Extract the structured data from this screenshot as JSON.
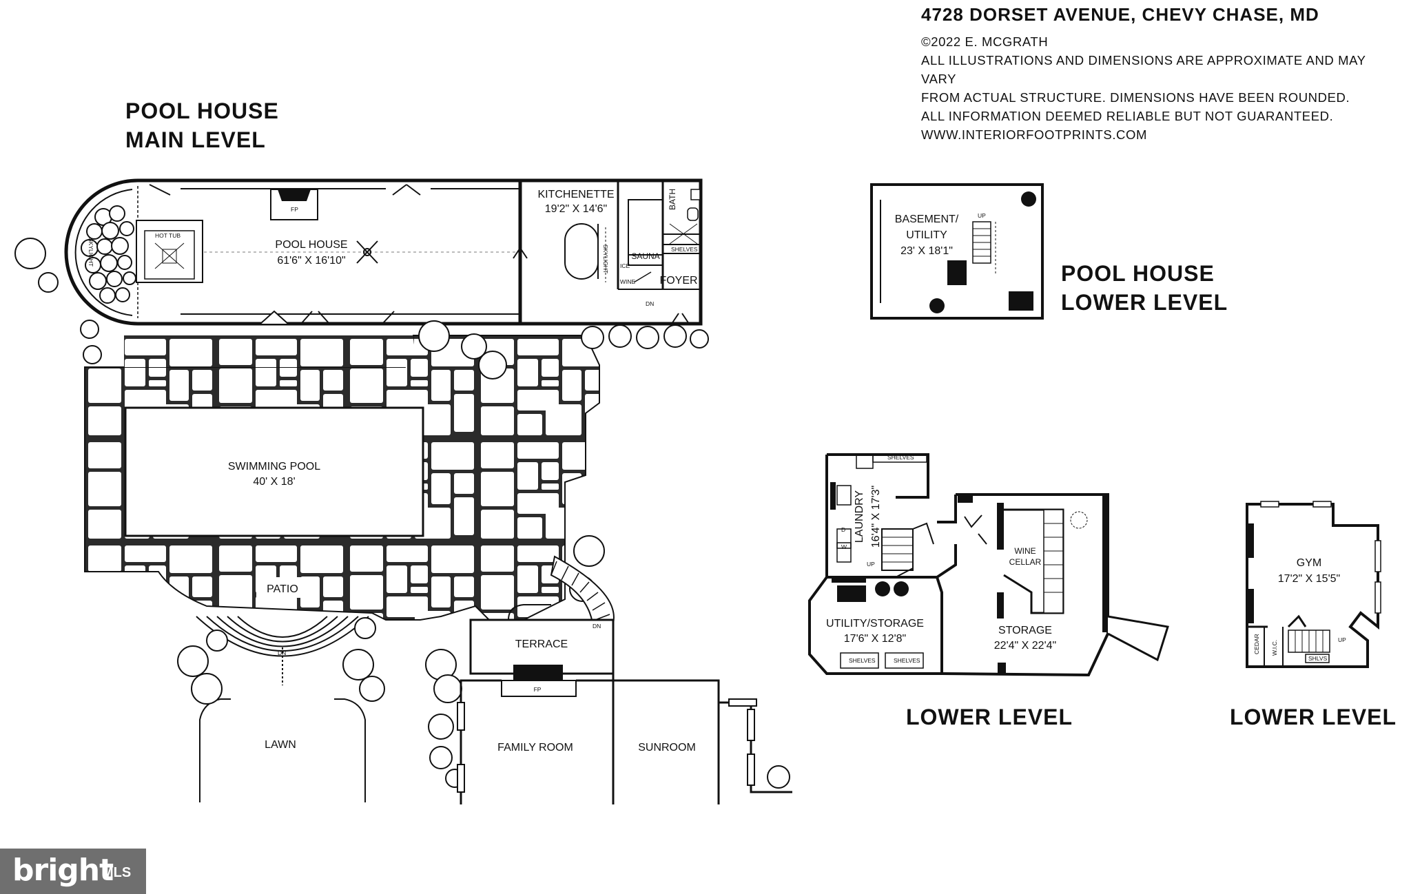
{
  "header": {
    "address": "4728 DORSET AVENUE, CHEVY CHASE, MD",
    "copyright": "©2022 E. MCGRATH",
    "disclaimer_1": "ALL ILLUSTRATIONS AND DIMENSIONS ARE APPROXIMATE AND MAY VARY",
    "disclaimer_2": "FROM ACTUAL STRUCTURE. DIMENSIONS HAVE BEEN ROUNDED.",
    "disclaimer_3": "ALL INFORMATION DEEMED RELIABLE BUT NOT GUARANTEED.",
    "website": "WWW.INTERIORFOOTPRINTS.COM"
  },
  "sections": {
    "pool_main_line1": "POOL HOUSE",
    "pool_main_line2": "MAIN LEVEL",
    "pool_lower_line1": "POOL HOUSE",
    "pool_lower_line2": "LOWER LEVEL",
    "lower_level_main": "LOWER LEVEL",
    "lower_level_gym": "LOWER LEVEL"
  },
  "rooms": {
    "pool_house": {
      "name": "POOL HOUSE",
      "dims": "61'6\" X 16'10\""
    },
    "kitchenette": {
      "name": "KITCHENETTE",
      "dims": "19'2\" X 14'6\""
    },
    "hot_tub": "HOT TUB",
    "skylight": "SKYLIGHT",
    "fp": "FP",
    "sauna": "SAUNA",
    "bath": "BATH",
    "shelves": "SHELVES",
    "foyer": "FOYER",
    "ice": "ICE",
    "wine": "WINE",
    "dn": "DN",
    "up": "UP",
    "swimming_pool": {
      "name": "SWIMMING POOL",
      "dims": "40' X 18'"
    },
    "patio": "PATIO",
    "terrace": "TERRACE",
    "lawn": "LAWN",
    "family_room": "FAMILY ROOM",
    "sunroom": "SUNROOM",
    "basement": {
      "name_1": "BASEMENT/",
      "name_2": "UTILITY",
      "dims": "23' X 18'1\""
    },
    "laundry": {
      "name": "LAUNDRY",
      "dims": "16'4\" X 17'3\""
    },
    "utility_storage": {
      "name": "UTILITY/STORAGE",
      "dims": "17'6\" X 12'8\""
    },
    "storage": {
      "name": "STORAGE",
      "dims": "22'4\" X 22'4\""
    },
    "wine_cellar": {
      "name_1": "WINE",
      "name_2": "CELLAR"
    },
    "gym": {
      "name": "GYM",
      "dims": "17'2\" X 15'5\""
    },
    "cedar": "CEDAR",
    "wic": "W.I.C.",
    "shlvs": "SHLVS",
    "d": "D",
    "w": "W"
  },
  "logo": {
    "word": "bright",
    "mls": "MLS"
  }
}
